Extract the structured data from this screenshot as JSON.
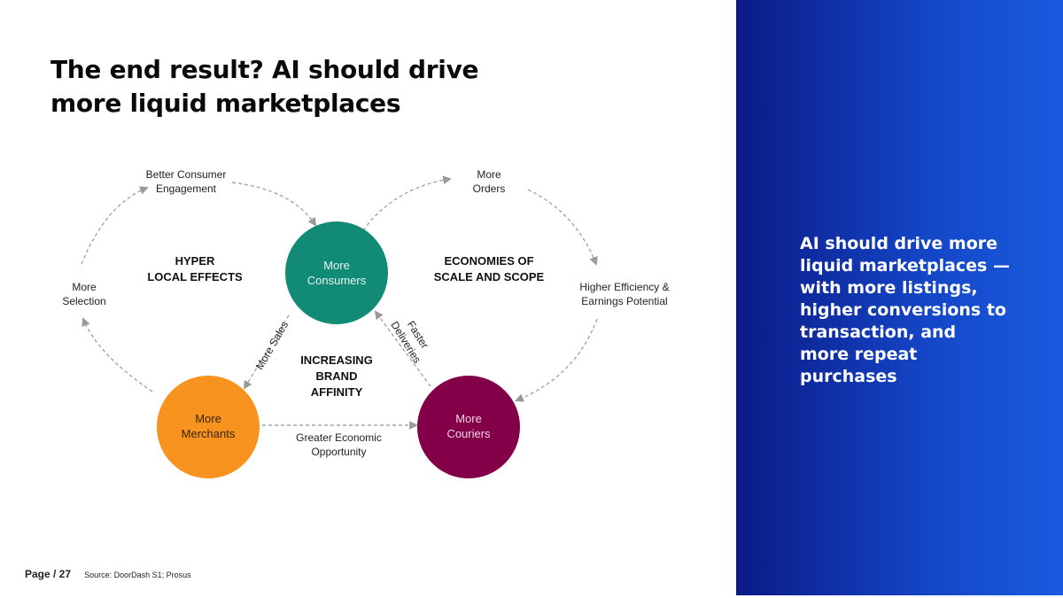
{
  "title": {
    "line1": "The end result? AI should drive",
    "line2": "more liquid marketplaces"
  },
  "diagram": {
    "nodes": {
      "consumers": {
        "line1": "More",
        "line2": "Consumers",
        "color": "#118a76"
      },
      "merchants": {
        "line1": "More",
        "line2": "Merchants",
        "color": "#f7931e"
      },
      "couriers": {
        "line1": "More",
        "line2": "Couriers",
        "color": "#830048"
      }
    },
    "regions": {
      "hyper_local": {
        "line1": "HYPER",
        "line2": "LOCAL EFFECTS"
      },
      "economies": {
        "line1": "ECONOMIES OF",
        "line2": "SCALE AND SCOPE"
      },
      "brand": {
        "line1": "INCREASING",
        "line2": "BRAND",
        "line3": "AFFINITY"
      }
    },
    "edges": {
      "engagement": {
        "line1": "Better Consumer",
        "line2": "Engagement"
      },
      "selection": {
        "line1": "More",
        "line2": "Selection"
      },
      "orders": {
        "line1": "More",
        "line2": "Orders"
      },
      "efficiency": {
        "line1": "Higher Efficiency &",
        "line2": "Earnings Potential"
      },
      "sales": "More Sales",
      "deliveries": {
        "line1": "Faster",
        "line2": "Deliveries"
      },
      "opportunity": {
        "line1": "Greater Economic",
        "line2": "Opportunity"
      }
    }
  },
  "panel": {
    "line1": "AI should drive more",
    "line2": "liquid marketplaces —",
    "line3": "with more listings,",
    "line4": "higher conversions to",
    "line5": "transaction, and",
    "line6": "more repeat",
    "line7": "purchases"
  },
  "footer": {
    "page": "Page / 27",
    "source": "Source: DoorDash S1; Prosus"
  }
}
